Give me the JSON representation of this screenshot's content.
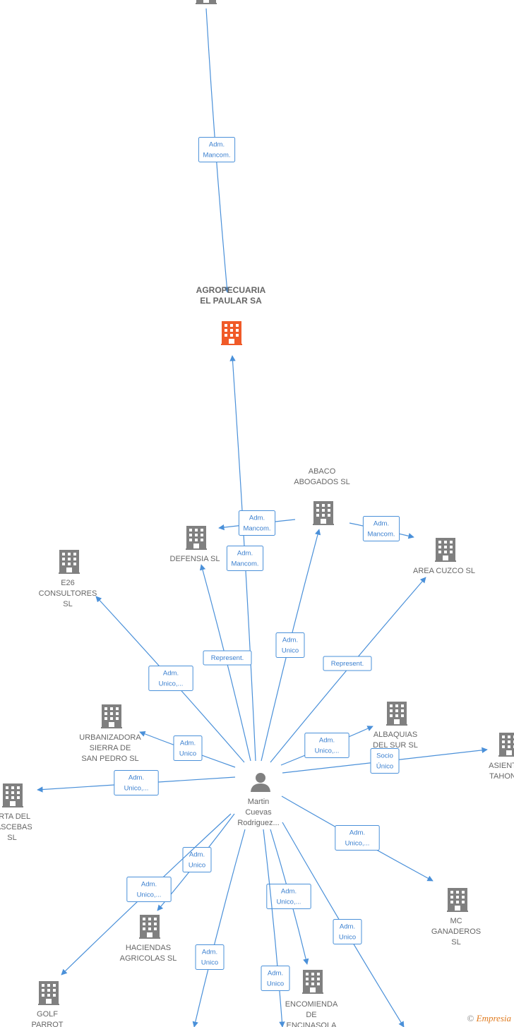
{
  "colors": {
    "edge": "#4a90d9",
    "company": "#808080",
    "company_highlight": "#f05a28",
    "person": "#808080"
  },
  "nodes": [
    {
      "id": "top",
      "type": "company",
      "lines": [],
      "icon": "building-icon"
    },
    {
      "id": "agropecuaria",
      "type": "company-highlight",
      "lines": [
        "AGROPECUARIA",
        "EL PAULAR SA"
      ],
      "icon": "building-icon"
    },
    {
      "id": "abaco",
      "type": "company",
      "lines": [
        "ABACO",
        "ABOGADOS SL"
      ],
      "icon": "building-icon"
    },
    {
      "id": "defensia",
      "type": "company",
      "lines": [
        "DEFENSIA SL"
      ],
      "icon": "building-icon"
    },
    {
      "id": "area_cuzco",
      "type": "company",
      "lines": [
        "AREA CUZCO SL"
      ],
      "icon": "building-icon"
    },
    {
      "id": "e26",
      "type": "company",
      "lines": [
        "E26",
        "CONSULTORES",
        "SL"
      ],
      "icon": "building-icon"
    },
    {
      "id": "urbanizadora",
      "type": "company",
      "lines": [
        "URBANIZADORA",
        "SIERRA DE",
        "SAN PEDRO SL"
      ],
      "icon": "building-icon"
    },
    {
      "id": "albaquias",
      "type": "company",
      "lines": [
        "ALBAQUIAS",
        "DEL SUR  SL"
      ],
      "icon": "building-icon"
    },
    {
      "id": "asiento",
      "type": "company",
      "lines": [
        "ASIENT",
        "TAHON"
      ],
      "icon": "building-icon"
    },
    {
      "id": "huerta",
      "type": "company",
      "lines": [
        "ERTA DEL",
        "JASCEBAS",
        "SL"
      ],
      "icon": "building-icon"
    },
    {
      "id": "person",
      "type": "person",
      "lines": [
        "Martin",
        "Cuevas",
        "Rodriguez..."
      ],
      "icon": "person-icon"
    },
    {
      "id": "mc_ganaderos",
      "type": "company",
      "lines": [
        "MC",
        "GANADEROS",
        "SL"
      ],
      "icon": "building-icon"
    },
    {
      "id": "haciendas",
      "type": "company",
      "lines": [
        "HACIENDAS",
        "AGRICOLAS  SL"
      ],
      "icon": "building-icon"
    },
    {
      "id": "golf",
      "type": "company",
      "lines": [
        "GOLF",
        "PARROT"
      ],
      "icon": "building-icon"
    },
    {
      "id": "encomienda",
      "type": "company",
      "lines": [
        "ENCOMIENDA",
        "DE",
        "ENCINASOLA"
      ],
      "icon": "building-icon"
    }
  ],
  "edges": [
    {
      "from": "top",
      "to": "agropecuaria",
      "label": [
        "Adm.",
        "Mancom."
      ]
    },
    {
      "from": "person",
      "to": "agropecuaria",
      "label": [
        "Adm.",
        "Mancom."
      ]
    },
    {
      "from": "abaco",
      "to": "defensia",
      "label": [
        "Adm.",
        "Mancom."
      ]
    },
    {
      "from": "abaco",
      "to": "area_cuzco",
      "label": [
        "Adm.",
        "Mancom."
      ]
    },
    {
      "from": "person",
      "to": "abaco",
      "label": [
        "Adm.",
        "Unico"
      ]
    },
    {
      "from": "person",
      "to": "defensia",
      "label": [
        "Represent."
      ]
    },
    {
      "from": "person",
      "to": "area_cuzco",
      "label": [
        "Represent."
      ]
    },
    {
      "from": "person",
      "to": "e26",
      "label": [
        "Adm.",
        "Unico,..."
      ]
    },
    {
      "from": "person",
      "to": "urbanizadora",
      "label": [
        "Adm.",
        "Unico"
      ]
    },
    {
      "from": "person",
      "to": "albaquias",
      "label": [
        "Adm.",
        "Unico,..."
      ]
    },
    {
      "from": "person",
      "to": "asiento",
      "label": [
        "Socio",
        "Único"
      ]
    },
    {
      "from": "person",
      "to": "huerta",
      "label": [
        "Adm.",
        "Unico,..."
      ]
    },
    {
      "from": "person",
      "to": "mc_ganaderos",
      "label": [
        "Adm.",
        "Unico,..."
      ]
    },
    {
      "from": "person",
      "to": "haciendas",
      "label": [
        "Adm.",
        "Unico"
      ]
    },
    {
      "from": "person",
      "to": "golf",
      "label": [
        "Adm.",
        "Unico,..."
      ]
    },
    {
      "from": "person",
      "to": "encomienda",
      "label": [
        "Adm.",
        "Unico,..."
      ]
    },
    {
      "from": "person",
      "to": "bottom_a",
      "label": [
        "Adm.",
        "Unico"
      ]
    },
    {
      "from": "person",
      "to": "bottom_b",
      "label": [
        "Adm.",
        "Unico"
      ]
    },
    {
      "from": "person",
      "to": "bottom_c",
      "label": [
        "Adm.",
        "Unico"
      ]
    }
  ],
  "watermark": {
    "copyright": "©",
    "brand": "Empresia"
  }
}
